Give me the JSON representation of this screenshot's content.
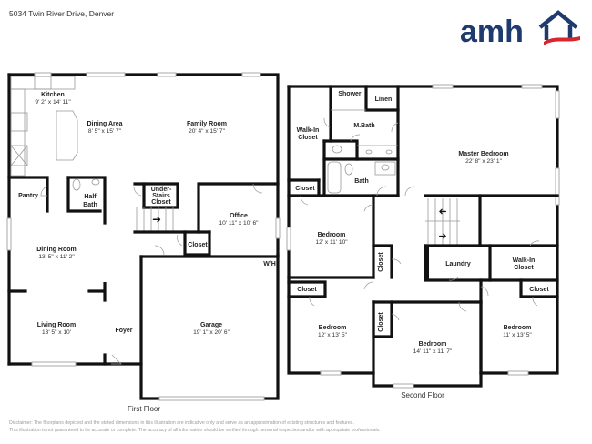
{
  "header": {
    "address": "5034 Twin River Drive, Denver",
    "logo_text": "amh",
    "brand_colors": {
      "navy": "#1f3a6e",
      "red": "#d6262f"
    }
  },
  "first_floor": {
    "label": "First Floor",
    "rooms": {
      "kitchen": {
        "name": "Kitchen",
        "dim": "9' 2\" x 14' 11\""
      },
      "dining_area": {
        "name": "Dining Area",
        "dim": "8' 5\" x 15' 7\""
      },
      "family_room": {
        "name": "Family Room",
        "dim": "20' 4\" x 15' 7\""
      },
      "pantry": {
        "name": "Pantry"
      },
      "half_bath": {
        "name_line1": "Half",
        "name_line2": "Bath"
      },
      "under_stairs_closet": {
        "line1": "Under-",
        "line2": "Stairs",
        "line3": "Closet"
      },
      "office": {
        "name": "Office",
        "dim": "10' 11\" x 10' 6\""
      },
      "closet": {
        "name": "Closet"
      },
      "dining_room": {
        "name": "Dining Room",
        "dim": "13' 5\" x 11' 2\""
      },
      "living_room": {
        "name": "Living Room",
        "dim": "13' 5\" x 10'"
      },
      "foyer": {
        "name": "Foyer"
      },
      "garage": {
        "name": "Garage",
        "dim": "19' 1\" x 20' 6\""
      },
      "water_heater": {
        "name": "W/H"
      }
    }
  },
  "second_floor": {
    "label": "Second Floor",
    "rooms": {
      "walk_in_closet_master": {
        "line1": "Walk-In",
        "line2": "Closet"
      },
      "shower": {
        "name": "Shower"
      },
      "linen": {
        "name": "Linen"
      },
      "master_bath": {
        "name": "M.Bath"
      },
      "bath": {
        "name": "Bath"
      },
      "master_bedroom": {
        "name": "Master Bedroom",
        "dim": "22' 8\" x 23' 1\""
      },
      "closet_nw": {
        "name": "Closet"
      },
      "bedroom_2": {
        "name": "Bedroom",
        "dim": "12' x 11' 10\""
      },
      "closet_hall": {
        "name": "Closet"
      },
      "laundry": {
        "name": "Laundry"
      },
      "walk_in_closet_2": {
        "line1": "Walk-In",
        "line2": "Closet"
      },
      "closet_sw": {
        "name": "Closet"
      },
      "bedroom_3": {
        "name": "Bedroom",
        "dim": "12' x 13' 5\""
      },
      "closet_center": {
        "name": "Closet"
      },
      "bedroom_4": {
        "name": "Bedroom",
        "dim": "14' 11\" x 11' 7\""
      },
      "closet_se": {
        "name": "Closet"
      },
      "bedroom_5": {
        "name": "Bedroom",
        "dim": "11' x 13' 5\""
      }
    }
  },
  "footer": {
    "disclaimer_line1": "Disclaimer: The floorplans depicted and the stated dimensions in this illustration are indicative only and serve as an approximation of existing structures and features.",
    "disclaimer_line2": "This illustration is not guaranteed to be accurate or complete. The accuracy of all information should be verified through personal inspection and/or with appropriate professionals."
  }
}
